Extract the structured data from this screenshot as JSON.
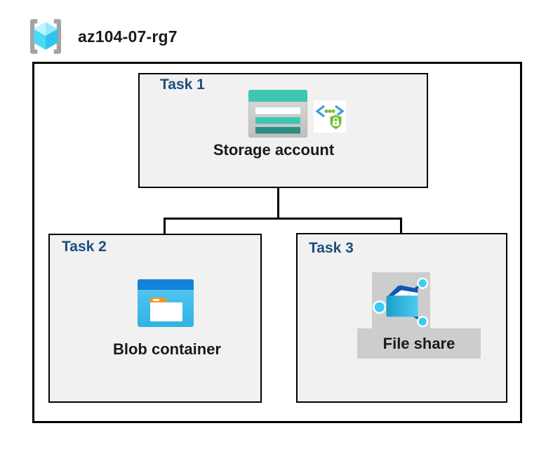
{
  "header": {
    "icon": "resource-group-icon",
    "title": "az104-07-rg7"
  },
  "diagram": {
    "tasks": [
      {
        "label": "Task 1",
        "item": "Storage account",
        "icons": [
          "storage-account-icon",
          "shared-access-signature-icon"
        ]
      },
      {
        "label": "Task 2",
        "item": "Blob container",
        "icons": [
          "blob-container-icon"
        ]
      },
      {
        "label": "Task 3",
        "item": "File share",
        "icons": [
          "file-share-icon"
        ]
      }
    ],
    "connections": [
      {
        "from": "Storage account",
        "to": "Blob container"
      },
      {
        "from": "Storage account",
        "to": "File share"
      }
    ]
  },
  "colors": {
    "task_label_color": "#1B4E7B",
    "item_label_color": "#1A1A1A",
    "box_fill": "#F1F1F1",
    "box_border": "#000000",
    "outer_border": "#000000",
    "connector": "#000000",
    "gray_band": "#CDCDCD",
    "rg_bracket": "#A3A3A3",
    "cube_top_left": "#C2F3FF",
    "cube_top_right": "#97E8FC",
    "cube_left": "#4ED8F6",
    "cube_right": "#2FC3EF",
    "storage_teal": "#3EC6B3",
    "storage_teal_dark": "#2A8F82",
    "storage_body_light": "#DCDCDC",
    "storage_body_dark": "#BFBFBF",
    "sas_blue": "#3B9CDC",
    "sas_green": "#76BC2D",
    "blob_top_bar": "#1283D8",
    "blob_body_light": "#5BC8F0",
    "blob_body_dark": "#2FB3E3",
    "tab_orange": "#F79428",
    "fs_folder_dark": "#1E9CCB",
    "fs_folder_light": "#49CDEF",
    "fs_flap_navy": "#0D57B0",
    "node_cyan": "#3DCBF4"
  }
}
